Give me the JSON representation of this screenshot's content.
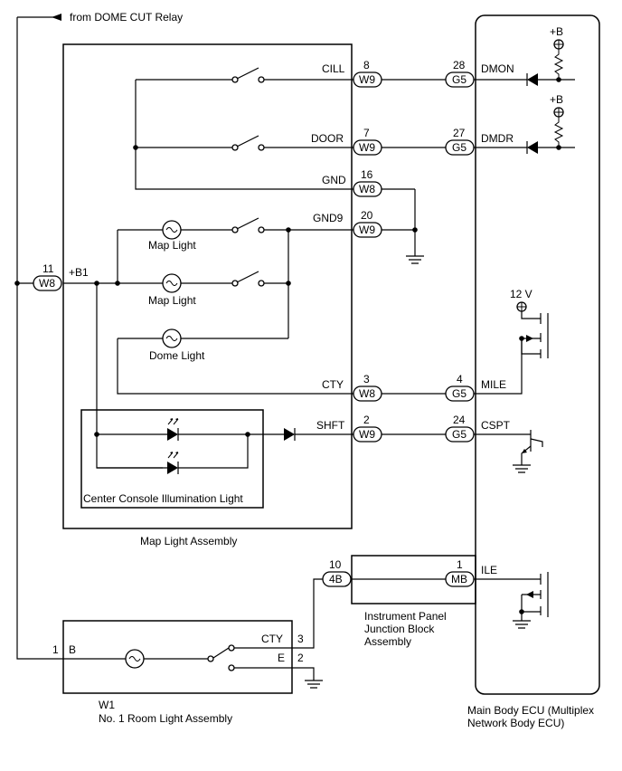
{
  "header": {
    "from_relay": "from DOME CUT Relay"
  },
  "assemblies": {
    "map_light": "Map Light Assembly",
    "ccil": "Center Console Illumination Light",
    "ipjb_1": "Instrument Panel",
    "ipjb_2": "Junction Block",
    "ipjb_3": "Assembly",
    "ecu_1": "Main Body ECU (Multiplex",
    "ecu_2": "Network Body ECU)",
    "room_code": "W1",
    "room_name": "No. 1 Room Light Assembly"
  },
  "lamps": {
    "map1": "Map Light",
    "map2": "Map Light",
    "dome": "Dome Light"
  },
  "signals": {
    "cill": "CILL",
    "door": "DOOR",
    "gnd": "GND",
    "gnd9": "GND9",
    "b1": "+B1",
    "cty": "CTY",
    "shft": "SHFT",
    "dmon": "DMON",
    "dmdr": "DMDR",
    "mile": "MILE",
    "cspt": "CSPT",
    "ile": "ILE",
    "b": "B",
    "cty_room": "CTY",
    "e": "E"
  },
  "power": {
    "b_1": "+B",
    "b_2": "+B",
    "v12": "12 V"
  },
  "connectors": {
    "w9": "W9",
    "w8": "W8",
    "g5": "G5",
    "mb": "MB",
    "c4b": "4B"
  },
  "pins": {
    "w9_cill": "8",
    "g5_dmon": "28",
    "w9_door": "7",
    "g5_dmdr": "27",
    "w8_gnd": "16",
    "w9_gnd9": "20",
    "w8_b1": "11",
    "w8_cty": "3",
    "g5_mile": "4",
    "w9_shft": "2",
    "g5_cspt": "24",
    "mb_ile": "1",
    "c4b": "10",
    "room_b": "1",
    "room_cty": "3",
    "room_e": "2"
  }
}
